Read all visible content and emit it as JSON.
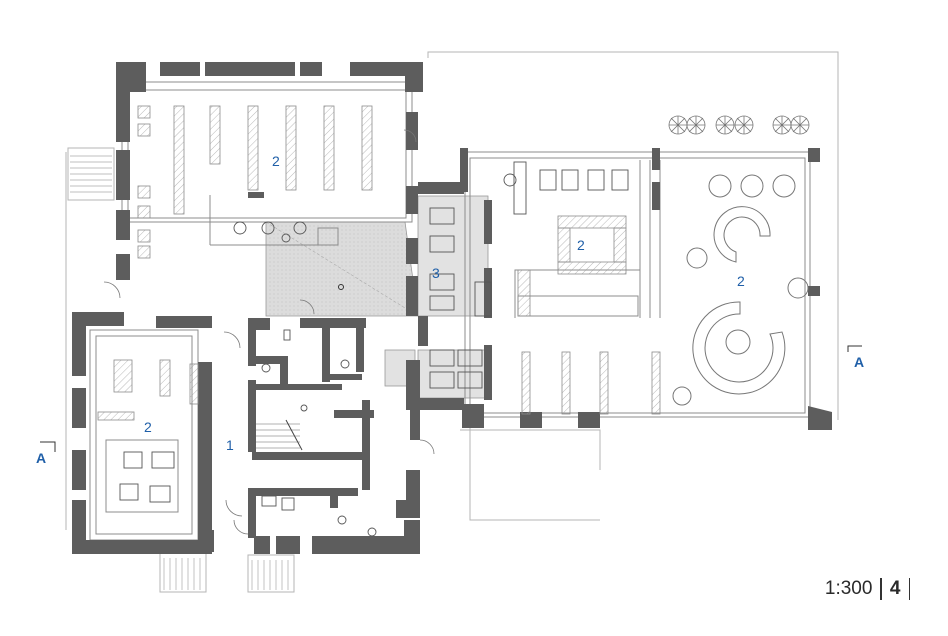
{
  "drawing": {
    "room_labels": [
      {
        "id": "r-stacks-north",
        "text": "2"
      },
      {
        "id": "r-entrance-hall",
        "text": "1"
      },
      {
        "id": "r-reading-west",
        "text": "2"
      },
      {
        "id": "r-cafe",
        "text": "3"
      },
      {
        "id": "r-annex-center",
        "text": "2"
      },
      {
        "id": "r-annex-east",
        "text": "2"
      }
    ],
    "section_marks": [
      {
        "id": "sec-west",
        "text": "A"
      },
      {
        "id": "sec-east",
        "text": "A"
      }
    ],
    "colors": {
      "wall": "#5d5d5d",
      "line": "#8c8c8c",
      "label": "#1f5fa8",
      "shaded": "#d9d9d9"
    }
  },
  "footer": {
    "scale": "1:300",
    "page": "4"
  }
}
